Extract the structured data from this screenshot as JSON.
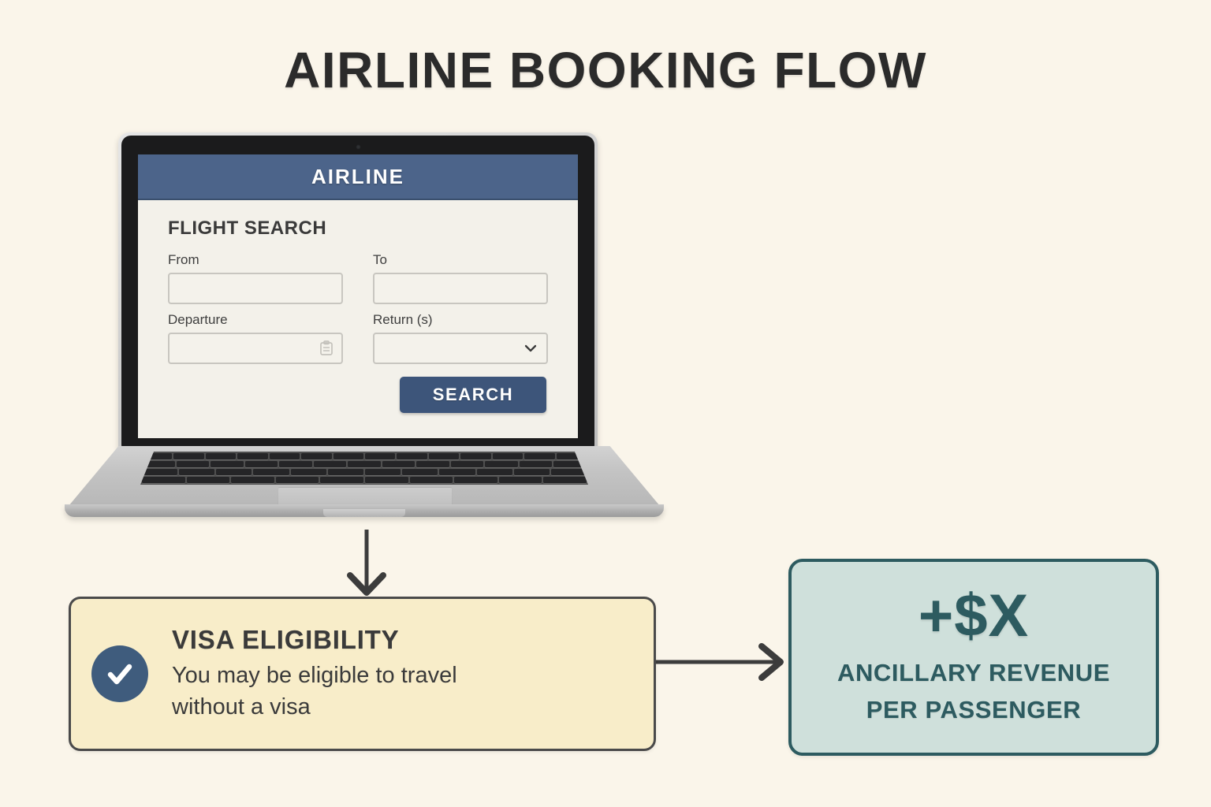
{
  "page": {
    "title": "AIRLINE BOOKING FLOW",
    "background_color": "#faf5ea"
  },
  "laptop": {
    "screen": {
      "app_header_title": "AIRLINE",
      "header_color": "#4c648a",
      "section_title": "FLIGHT SEARCH",
      "fields": [
        {
          "label": "From",
          "value": "",
          "placeholder": "",
          "icon": ""
        },
        {
          "label": "To",
          "value": "",
          "placeholder": "",
          "icon": ""
        },
        {
          "label": "Departure",
          "value": "",
          "placeholder": "",
          "icon": "calendar-icon"
        },
        {
          "label": "Return (s)",
          "value": "",
          "placeholder": "",
          "icon": "chevron-down-icon"
        }
      ],
      "search_button_label": "SEARCH",
      "search_button_color": "#3d557a"
    }
  },
  "flow": {
    "arrow_down": {
      "name": "arrow-down-laptop-to-visa",
      "color": "#3c3c3c"
    },
    "arrow_right": {
      "name": "arrow-right-visa-to-revenue",
      "color": "#3c3c3c"
    }
  },
  "visa_card": {
    "icon": "check-circle-icon",
    "icon_color": "#3f5c7d",
    "title": "VISA ELIGIBILITY",
    "body_lines": [
      "You may be eligible to travel",
      "without a visa"
    ],
    "background_color": "#f8edc9",
    "border_color": "#4a4a4a"
  },
  "revenue_card": {
    "amount": "+$X",
    "lines": [
      "ANCILLARY REVENUE",
      "PER PASSENGER"
    ],
    "background_color": "#cfe0db",
    "accent_color": "#2d5b60"
  }
}
